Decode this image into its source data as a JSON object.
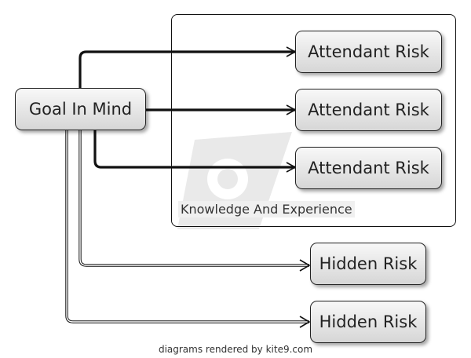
{
  "nodes": {
    "goal": "Goal In Mind",
    "attendant_1": "Attendant Risk",
    "attendant_2": "Attendant Risk",
    "attendant_3": "Attendant Risk",
    "hidden_1": "Hidden Risk",
    "hidden_2": "Hidden Risk"
  },
  "container": {
    "label": "Knowledge And Experience"
  },
  "footer": "diagrams rendered by kite9.com"
}
